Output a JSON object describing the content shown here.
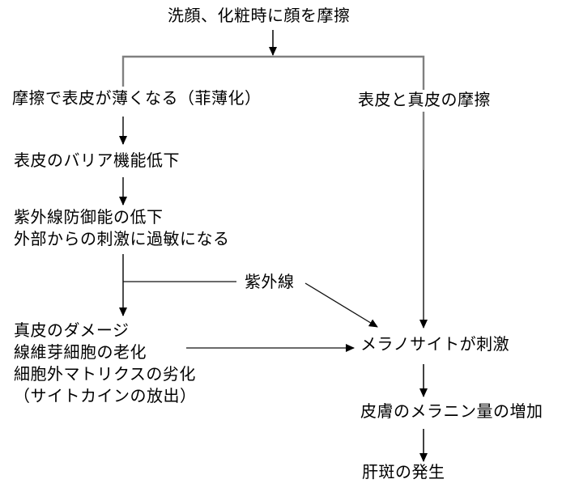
{
  "diagram": {
    "title": "洗顔、化粧時に顔を摩擦",
    "left_branch": {
      "thinning": "摩擦で表皮が薄くなる（菲薄化）",
      "barrier_decline": "表皮のバリア機能低下",
      "uv_defense_decline": "紫外線防御能の低下\n外部からの刺激に過敏になる",
      "dermis_damage": "真皮のダメージ\n線維芽細胞の老化\n細胞外マトリクスの劣化\n（サイトカインの放出）"
    },
    "right_branch": {
      "epidermis_dermis_friction": "表皮と真皮の摩擦",
      "melanocyte_stimulated": "メラノサイトが刺激",
      "melanin_increase": "皮膚のメラニン量の増加",
      "melasma_occurs": "肝斑の発生"
    },
    "uv_label": "紫外線",
    "colors": {
      "connector_gray": "#808080",
      "arrow_black": "#000000",
      "text": "#000000",
      "background": "#ffffff"
    }
  }
}
